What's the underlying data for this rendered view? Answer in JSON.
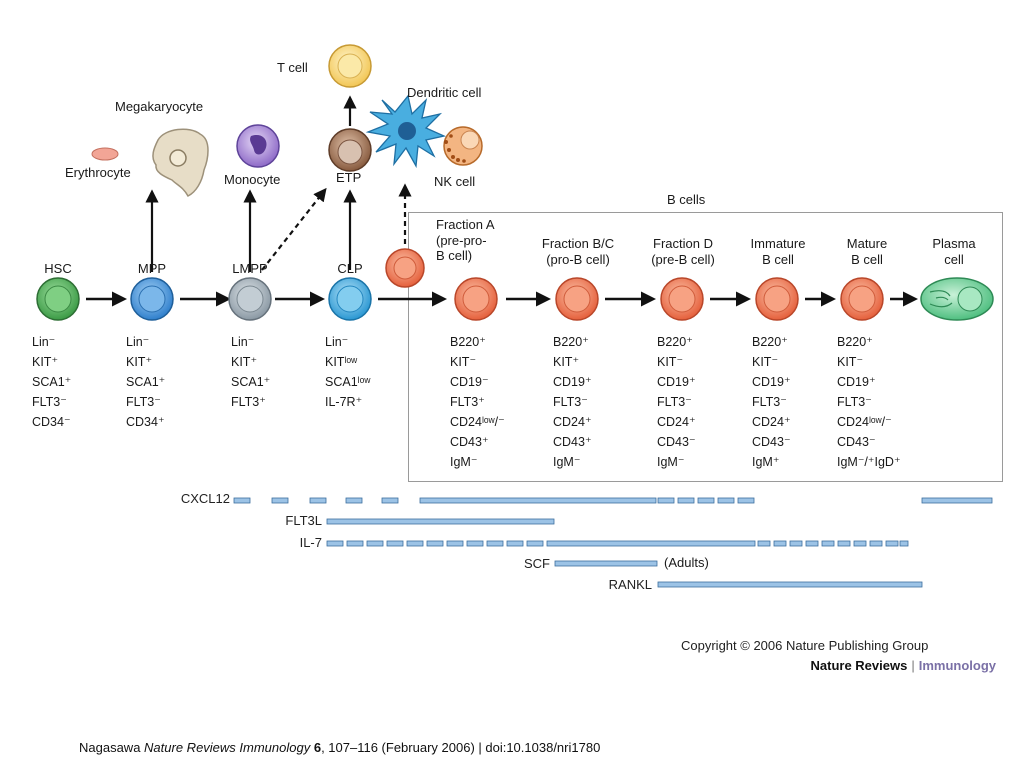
{
  "top_cells": {
    "t_cell": "T cell",
    "megakaryocyte": "Megakaryocyte",
    "erythrocyte": "Erythrocyte",
    "monocyte": "Monocyte",
    "etp": "ETP",
    "dendritic_cell": "Dendritic cell",
    "nk_cell": "NK cell"
  },
  "b_cells_header": "B cells",
  "stages": [
    {
      "label": "HSC",
      "markers": [
        "Lin⁻",
        "KIT⁺",
        "SCA1⁺",
        "FLT3⁻",
        "CD34⁻"
      ]
    },
    {
      "label": "MPP",
      "markers": [
        "Lin⁻",
        "KIT⁺",
        "SCA1⁺",
        "FLT3⁻",
        "CD34⁺"
      ]
    },
    {
      "label": "LMPP",
      "markers": [
        "Lin⁻",
        "KIT⁺",
        "SCA1⁺",
        "FLT3⁺"
      ]
    },
    {
      "label": "CLP",
      "markers": [
        "Lin⁻",
        "KITˡᵒʷ",
        "SCA1ˡᵒʷ",
        "IL-7R⁺"
      ]
    },
    {
      "label": "Fraction A\n(pre-pro-\nB cell)",
      "markers": [
        "B220⁺",
        "KIT⁻",
        "CD19⁻",
        "FLT3⁺",
        "CD24ˡᵒʷ/⁻",
        "CD43⁺",
        "IgM⁻"
      ]
    },
    {
      "label": "Fraction B/C\n(pro-B cell)",
      "markers": [
        "B220⁺",
        "KIT⁺",
        "CD19⁺",
        "FLT3⁻",
        "CD24⁺",
        "CD43⁺",
        "IgM⁻"
      ]
    },
    {
      "label": "Fraction D\n(pre-B cell)",
      "markers": [
        "B220⁺",
        "KIT⁻",
        "CD19⁺",
        "FLT3⁻",
        "CD24⁺",
        "CD43⁻",
        "IgM⁻"
      ]
    },
    {
      "label": "Immature\nB cell",
      "markers": [
        "B220⁺",
        "KIT⁻",
        "CD19⁺",
        "FLT3⁻",
        "CD24⁺",
        "CD43⁻",
        "IgM⁺"
      ]
    },
    {
      "label": "Mature\nB cell",
      "markers": [
        "B220⁺",
        "KIT⁻",
        "CD19⁺",
        "FLT3⁻",
        "CD24ˡᵒʷ/⁻",
        "CD43⁻",
        "IgM⁻/⁺IgD⁺"
      ]
    },
    {
      "label": "Plasma\ncell",
      "markers": []
    }
  ],
  "cytokines": [
    {
      "name": "CXCL12"
    },
    {
      "name": "FLT3L"
    },
    {
      "name": "IL-7"
    },
    {
      "name": "SCF",
      "note": "(Adults)"
    },
    {
      "name": "RANKL"
    }
  ],
  "copyright": "Copyright © 2006 Nature Publishing Group",
  "journal": {
    "name": "Nature Reviews",
    "section": "Immunology"
  },
  "citation": {
    "author": "Nagasawa ",
    "journal": "Nature Reviews Immunology",
    "volume": " 6",
    "rest": ", 107–116 (February 2006) | doi:10.1038/nri1780"
  },
  "colors": {
    "hsc": "#4caf50",
    "mpp": "#3d8fd8",
    "lmpp": "#a9b6c0",
    "clp": "#35a7df",
    "bcell": "#ef7a57",
    "tcell": "#f6d36b",
    "etp": "#9a6a4e",
    "monocyte": "#9b7bd0",
    "dendritic": "#3aa4d8",
    "nk": "#f0a060",
    "plasma": "#5cc98a",
    "cytokine_bar": "#8db8e0"
  }
}
